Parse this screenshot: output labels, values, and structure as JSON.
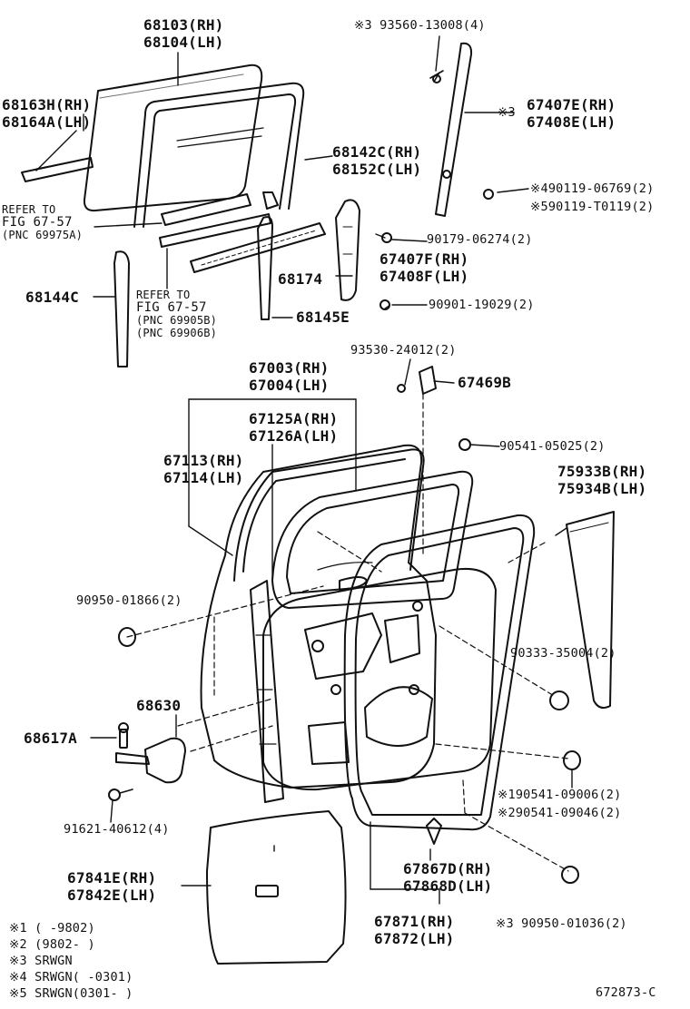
{
  "parts": {
    "p68103": [
      "68103(RH)",
      "68104(LH)"
    ],
    "p93560": "※3 93560-13008(4)",
    "p68163": [
      "68163H(RH)",
      "68164A(LH)"
    ],
    "p67407e_mark": "※3",
    "p67407e": [
      "67407E(RH)",
      "67408E(LH)"
    ],
    "p68142": [
      "68142C(RH)",
      "68152C(LH)"
    ],
    "p90119a": "※490119-06769(2)",
    "p90119b": "※590119-T0119(2)",
    "p_refer_a": [
      "REFER TO",
      "FIG 67-57",
      "(PNC 69975A)"
    ],
    "p90179": "90179-06274(2)",
    "p68174": "68174",
    "p67407f": [
      "67407F(RH)",
      "67408F(LH)"
    ],
    "p68144c": "68144C",
    "p_refer_b": [
      "REFER TO",
      "FIG 67-57",
      "(PNC 69905B)",
      "(PNC 69906B)"
    ],
    "p90901": "90901-19029(2)",
    "p68145e": "68145E",
    "p93530": "93530-24012(2)",
    "p67469b": "67469B",
    "p67003": [
      "67003(RH)",
      "67004(LH)"
    ],
    "p67125": [
      "67125A(RH)",
      "67126A(LH)"
    ],
    "p90541a": "90541-05025(2)",
    "p67113": [
      "67113(RH)",
      "67114(LH)"
    ],
    "p75933": [
      "75933B(RH)",
      "75934B(LH)"
    ],
    "p90950a": "90950-01866(2)",
    "p90333": "90333-35004(2)",
    "p68630": "68630",
    "p68617a": "68617A",
    "p90541b": "※190541-09006(2)",
    "p90541c": "※290541-09046(2)",
    "p91621": "91621-40612(4)",
    "p67867": [
      "67867D(RH)",
      "67868D(LH)"
    ],
    "p67841": [
      "67841E(RH)",
      "67842E(LH)"
    ],
    "p90950b": "※3 90950-01036(2)",
    "p67871": [
      "67871(RH)",
      "67872(LH)"
    ]
  },
  "notes": [
    "※1  (     -9802)",
    "※2  (9802-     )",
    "※3  SRWGN",
    "※4  SRWGN(     -0301)",
    "※5  SRWGN(0301-      )"
  ],
  "diagram_id": "672873-C"
}
